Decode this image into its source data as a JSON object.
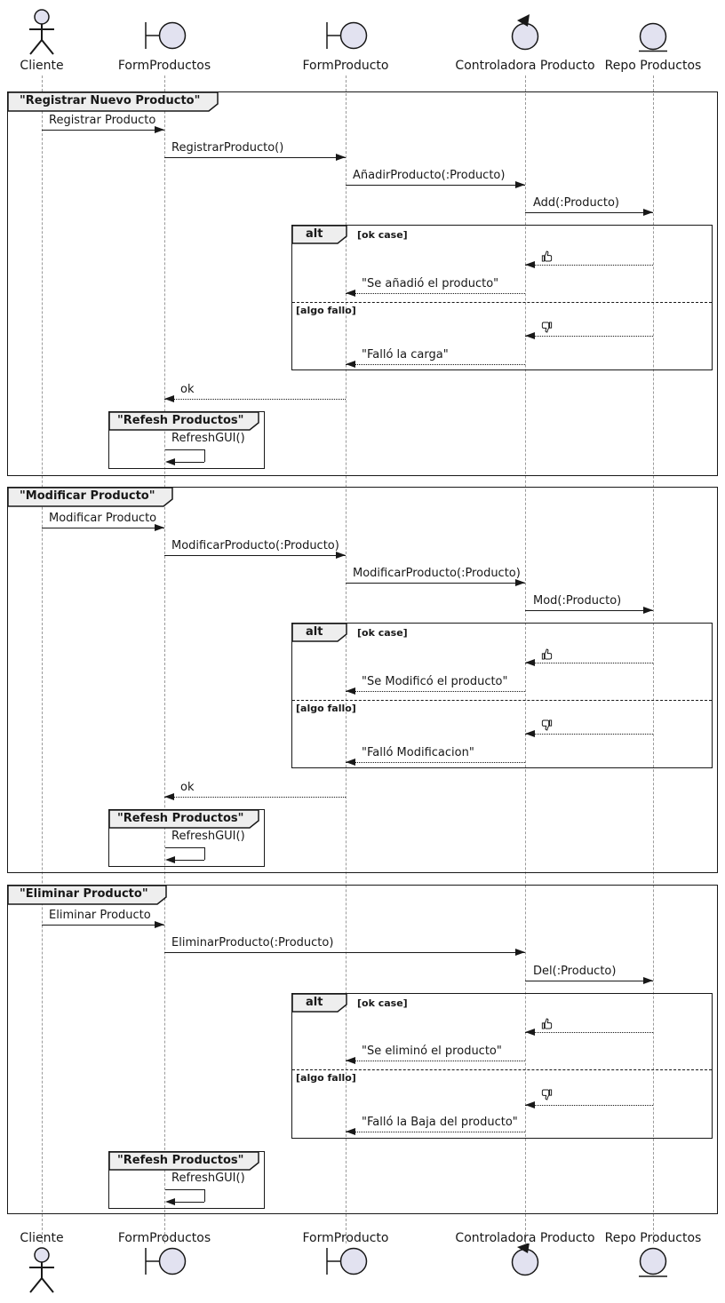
{
  "diagram_type": "uml-sequence-diagram",
  "colors": {
    "shape_fill": "#E2E2F0",
    "line": "#181818",
    "header_bg": "#EEEEEE"
  },
  "participants": [
    {
      "label": "Cliente",
      "type": "actor"
    },
    {
      "label": "FormProductos",
      "type": "boundary"
    },
    {
      "label": "FormProducto",
      "type": "boundary"
    },
    {
      "label": "Controladora Producto",
      "type": "control"
    },
    {
      "label": "Repo Productos",
      "type": "entity"
    }
  ],
  "icons": {
    "ok": "thumbs-up",
    "fail": "thumbs-down"
  },
  "frames": [
    {
      "title": "\"Registrar Nuevo Producto\"",
      "alt": {
        "label": "alt",
        "guard_ok": "[ok case]",
        "guard_fail": "[algo fallo]"
      },
      "messages": {
        "m1": "Registrar Producto",
        "m2": "RegistrarProducto()",
        "m3": "AñadirProducto(:Producto)",
        "m4": "Add(:Producto)",
        "reply_ok": "\"Se añadió el producto\"",
        "reply_fail": "\"Falló la carga\"",
        "ack": "ok"
      },
      "subframe": {
        "title": "\"Refesh Productos\"",
        "self_message": "RefreshGUI()"
      }
    },
    {
      "title": "\"Modificar Producto\"",
      "alt": {
        "label": "alt",
        "guard_ok": "[ok case]",
        "guard_fail": "[algo fallo]"
      },
      "messages": {
        "m1": "Modificar Producto",
        "m2": "ModificarProducto(:Producto)",
        "m3": "ModificarProducto(:Producto)",
        "m4": "Mod(:Producto)",
        "reply_ok": "\"Se Modificó el producto\"",
        "reply_fail": "\"Falló Modificacion\"",
        "ack": "ok"
      },
      "subframe": {
        "title": "\"Refesh Productos\"",
        "self_message": "RefreshGUI()"
      }
    },
    {
      "title": "\"Eliminar Producto\"",
      "alt": {
        "label": "alt",
        "guard_ok": "[ok case]",
        "guard_fail": "[algo fallo]"
      },
      "messages": {
        "m1": "Eliminar Producto",
        "m2": "EliminarProducto(:Producto)",
        "m3": "Del(:Producto)",
        "reply_ok": "\"Se eliminó el producto\"",
        "reply_fail": "\"Falló la Baja del producto\""
      },
      "subframe": {
        "title": "\"Refesh Productos\"",
        "self_message": "RefreshGUI()"
      }
    }
  ]
}
